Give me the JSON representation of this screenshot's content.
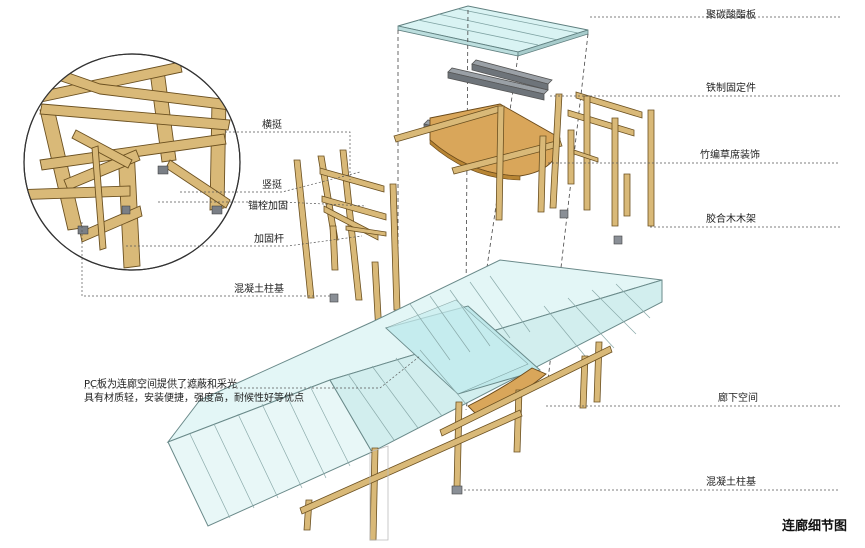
{
  "title": "连廊细节图",
  "labels": {
    "pc_board": "聚碳酸酯板",
    "iron_fixing": "铁制固定件",
    "bamboo_mat": "竹编草席装饰",
    "glulam_frame": "胶合木木架",
    "under_corridor": "廊下空间",
    "concrete_base_right": "混凝土柱基",
    "beam": "横挺",
    "post": "竖挺",
    "anchor_bolt": "锚栓加固",
    "brace": "加固杆",
    "concrete_base_left": "混凝土柱基"
  },
  "note": {
    "line1": "PC板为连廊空间提供了遮蔽和采光",
    "line2": "具有材质轻，安装便捷，强度高，耐候性好等优点"
  },
  "colors": {
    "wood": "#d9b978",
    "wood_dark": "#8a6a2e",
    "glass": "#d6f1f1",
    "glass_edge": "#6a8a8a",
    "mat": "#d9a65a",
    "steel": "#8a8f96",
    "leader": "#555555"
  }
}
